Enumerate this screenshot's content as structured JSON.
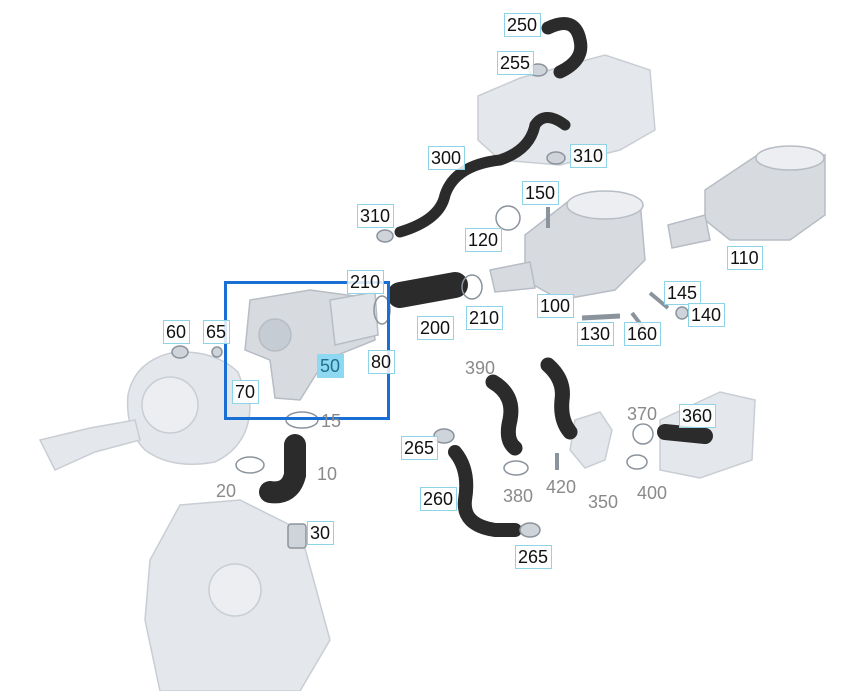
{
  "diagram": {
    "selected_part": "50",
    "colors": {
      "callout_border": "#8fd3e8",
      "highlight_fill": "#8fd8f2",
      "selection_frame": "#1a6fd4",
      "hose_dark": "#2a2a2a",
      "ghost_part": "#d9dde2",
      "label_text": "#111111",
      "label_faded": "#8a8a8a"
    },
    "callouts": [
      {
        "id": "250",
        "text": "250"
      },
      {
        "id": "255",
        "text": "255"
      },
      {
        "id": "300",
        "text": "300"
      },
      {
        "id": "310a",
        "text": "310"
      },
      {
        "id": "310b",
        "text": "310"
      },
      {
        "id": "150",
        "text": "150"
      },
      {
        "id": "120",
        "text": "120"
      },
      {
        "id": "110",
        "text": "110"
      },
      {
        "id": "210a",
        "text": "210"
      },
      {
        "id": "210b",
        "text": "210"
      },
      {
        "id": "200",
        "text": "200"
      },
      {
        "id": "100",
        "text": "100"
      },
      {
        "id": "145",
        "text": "145"
      },
      {
        "id": "140",
        "text": "140"
      },
      {
        "id": "130",
        "text": "130"
      },
      {
        "id": "160",
        "text": "160"
      },
      {
        "id": "60",
        "text": "60"
      },
      {
        "id": "65",
        "text": "65"
      },
      {
        "id": "50",
        "text": "50"
      },
      {
        "id": "80",
        "text": "80"
      },
      {
        "id": "70",
        "text": "70"
      },
      {
        "id": "15",
        "text": "15"
      },
      {
        "id": "10",
        "text": "10"
      },
      {
        "id": "20",
        "text": "20"
      },
      {
        "id": "30",
        "text": "30"
      },
      {
        "id": "390",
        "text": "390"
      },
      {
        "id": "370",
        "text": "370"
      },
      {
        "id": "360",
        "text": "360"
      },
      {
        "id": "265a",
        "text": "265"
      },
      {
        "id": "260",
        "text": "260"
      },
      {
        "id": "380",
        "text": "380"
      },
      {
        "id": "420",
        "text": "420"
      },
      {
        "id": "350",
        "text": "350"
      },
      {
        "id": "400",
        "text": "400"
      },
      {
        "id": "265b",
        "text": "265"
      }
    ]
  }
}
